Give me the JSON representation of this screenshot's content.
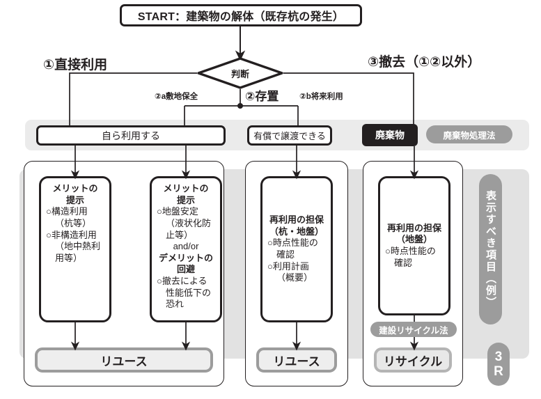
{
  "diagram": {
    "title_start": "START：建築物の解体（既存杭の発生）",
    "decision": "判断",
    "branches": {
      "b1": "①直接利用",
      "b2": "②存置",
      "b3": "③撤去（①②以外）",
      "b2a": "②a敷地保全",
      "b2b": "②b将来利用"
    },
    "row2": {
      "self_use": "自ら利用する",
      "paid_transfer": "有償で譲渡できる",
      "waste": "廃棄物"
    },
    "tags": {
      "waste_law": "廃棄物処理法",
      "construction_recycle_law": "建設リサイクル法",
      "side_label": "表示すべき項目（例）",
      "three_r": "3R"
    },
    "cards": [
      {
        "heading_1": "メリットの",
        "heading_2": "提示",
        "items": [
          {
            "main": "○構造利用",
            "sub": "（杭等）"
          },
          {
            "main": "○非構造利用",
            "sub": "（地中熱利",
            "sub2": "用等）"
          }
        ]
      },
      {
        "heading_1": "メリットの",
        "heading_2": "提示",
        "items": [
          {
            "main": "○地盤安定",
            "sub": "（液状化防",
            "sub2": "止等）"
          }
        ],
        "connector": "and/or",
        "heading_3": "デメリットの",
        "heading_4": "回避",
        "items2": [
          {
            "main": "○撤去による",
            "sub": "性能低下の",
            "sub2": "恐れ"
          }
        ]
      },
      {
        "heading_1": "再利用の担保",
        "heading_2": "（杭・地盤）",
        "items": [
          {
            "main": "○時点性能の",
            "sub": "確認"
          },
          {
            "main": "○利用計画",
            "sub": "（概要）"
          }
        ]
      },
      {
        "heading_1": "再利用の担保",
        "heading_2": "（地盤）",
        "items": [
          {
            "main": "○時点性能の",
            "sub": "確認"
          }
        ]
      }
    ],
    "results": {
      "reuse_1": "リユース",
      "reuse_2": "リユース",
      "recycle": "リサイクル"
    },
    "colors": {
      "ink": "#231f20",
      "panel_grey": "#e2e2e2",
      "band_grey": "#ebebeb",
      "pill_grey": "#9c9c9c",
      "result_border": "#9c9c9c",
      "result_fill": "#eeeeee"
    }
  }
}
